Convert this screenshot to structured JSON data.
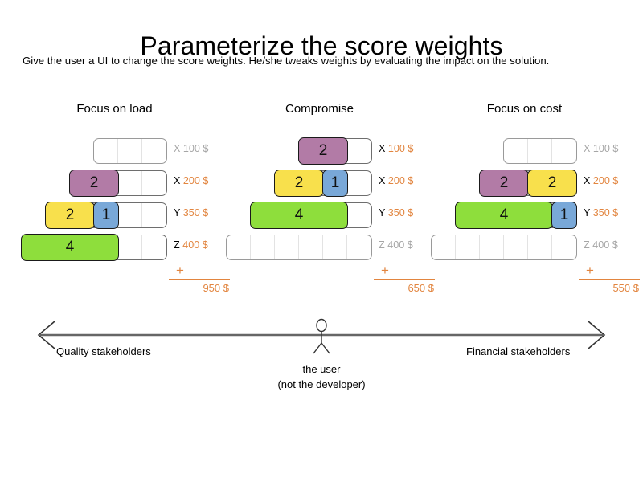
{
  "title": "Parameterize the score weights",
  "subtitle": "Give the user a UI to change the score weights. He/she tweaks weights by evaluating the impact on the solution.",
  "colors": {
    "purple": "#b27ba6",
    "yellow": "#f8e04c",
    "blue": "#79a8d8",
    "green": "#8ede3c",
    "accent_orange": "#e2853f",
    "muted_gray": "#a6a6a6",
    "track_border": "#9a9a9a"
  },
  "columns": [
    {
      "title": "Focus on load",
      "rows": [
        {
          "cells": 3,
          "label_key": "X",
          "label_value": "100 $",
          "muted": true,
          "segments": []
        },
        {
          "cells": 4,
          "label_key": "X",
          "label_value": "200 $",
          "muted": false,
          "segments": [
            {
              "value": "2",
              "units": 2,
              "color": "#b27ba6"
            }
          ]
        },
        {
          "cells": 5,
          "label_key": "Y",
          "label_value": "350 $",
          "muted": false,
          "segments": [
            {
              "value": "2",
              "units": 2,
              "color": "#f8e04c"
            },
            {
              "value": "1",
              "units": 1,
              "color": "#79a8d8"
            }
          ]
        },
        {
          "cells": 6,
          "label_key": "Z",
          "label_value": "400 $",
          "muted": false,
          "segments": [
            {
              "value": "4",
              "units": 4,
              "color": "#8ede3c"
            }
          ]
        }
      ],
      "total_plus": "+",
      "total": "950 $"
    },
    {
      "title": "Compromise",
      "rows": [
        {
          "cells": 3,
          "label_key": "X",
          "label_value": "100 $",
          "muted": false,
          "segments": [
            {
              "value": "2",
              "units": 2,
              "color": "#b27ba6"
            }
          ]
        },
        {
          "cells": 4,
          "label_key": "X",
          "label_value": "200 $",
          "muted": false,
          "segments": [
            {
              "value": "2",
              "units": 2,
              "color": "#f8e04c"
            },
            {
              "value": "1",
              "units": 1,
              "color": "#79a8d8"
            }
          ]
        },
        {
          "cells": 5,
          "label_key": "Y",
          "label_value": "350 $",
          "muted": false,
          "segments": [
            {
              "value": "4",
              "units": 4,
              "color": "#8ede3c"
            }
          ]
        },
        {
          "cells": 6,
          "label_key": "Z",
          "label_value": "400 $",
          "muted": true,
          "segments": []
        }
      ],
      "total_plus": "+",
      "total": "650 $"
    },
    {
      "title": "Focus on cost",
      "rows": [
        {
          "cells": 3,
          "label_key": "X",
          "label_value": "100 $",
          "muted": true,
          "segments": []
        },
        {
          "cells": 4,
          "label_key": "X",
          "label_value": "200 $",
          "muted": false,
          "segments": [
            {
              "value": "2",
              "units": 2,
              "color": "#b27ba6"
            },
            {
              "value": "2",
              "units": 2,
              "color": "#f8e04c"
            }
          ]
        },
        {
          "cells": 5,
          "label_key": "Y",
          "label_value": "350 $",
          "muted": false,
          "segments": [
            {
              "value": "4",
              "units": 4,
              "color": "#8ede3c"
            },
            {
              "value": "1",
              "units": 1,
              "color": "#79a8d8"
            }
          ]
        },
        {
          "cells": 6,
          "label_key": "Z",
          "label_value": "400 $",
          "muted": true,
          "segments": []
        }
      ],
      "total_plus": "+",
      "total": "550 $"
    }
  ],
  "axis": {
    "left_label": "Quality stakeholders",
    "right_label": "Financial stakeholders",
    "figure_caption_line1": "the user",
    "figure_caption_line2": "(not the developer)"
  }
}
